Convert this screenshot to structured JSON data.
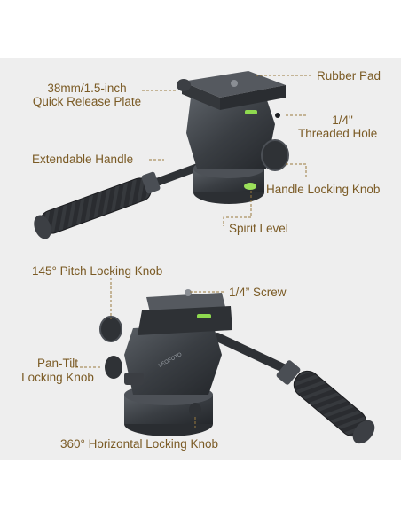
{
  "colors": {
    "background": "#eeeeee",
    "label": "#7a5a24",
    "leader_line": "#9a7a3e",
    "metal": "#3a3e43",
    "grip": "#2a2c30"
  },
  "labels": {
    "rubber_pad": "Rubber Pad",
    "quick_release_line1": "38mm/1.5-inch",
    "quick_release_line2": "Quick Release Plate",
    "threaded_hole_line1": "1/4\"",
    "threaded_hole_line2": "Threaded Hole",
    "extendable_handle": "Extendable Handle",
    "handle_locking_knob": "Handle Locking Knob",
    "spirit_level": "Spirit Level",
    "pitch_locking_knob": "145° Pitch Locking Knob",
    "screw": "1/4” Screw",
    "pan_tilt_line1": "Pan-Tilt",
    "pan_tilt_line2": "Locking Knob",
    "horizontal_locking_knob": "360° Horizontal Locking Knob"
  },
  "product": {
    "brand_text": "LEOFOTO"
  }
}
